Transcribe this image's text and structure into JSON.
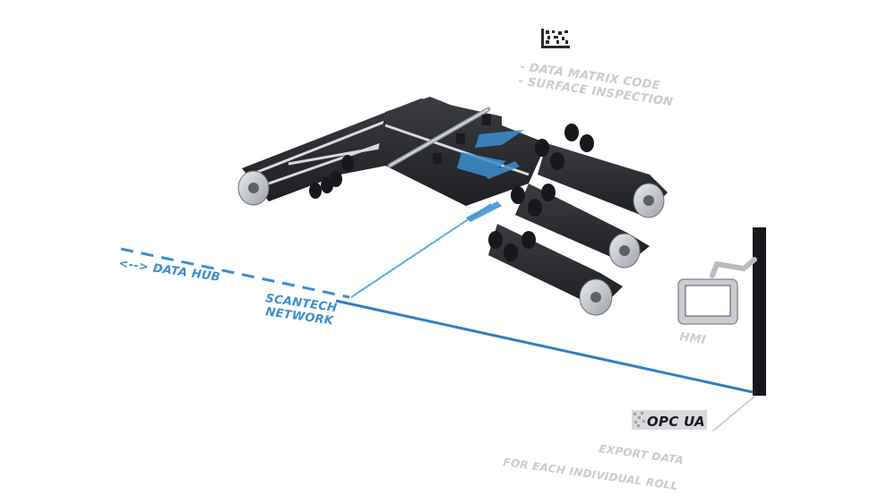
{
  "labels": {
    "data_matrix": "- DATA MATRIX CODE",
    "surface_inspection": "- SURFACE INSPECTION",
    "data_hub": "<--> DATA HUB",
    "network_line1": "SCANTECH",
    "network_line2": "NETWORK",
    "hmi": "HMI",
    "opc_ua": "OPC UA",
    "export_line1": "EXPORT DATA",
    "export_line2": "FOR EACH INDIVIDUAL ROLL"
  },
  "colors": {
    "network_blue": "#3a8fd1",
    "belt_dark": "#2b2d31",
    "label_gray": "#c9ccd1",
    "frame_black": "#16181b"
  }
}
